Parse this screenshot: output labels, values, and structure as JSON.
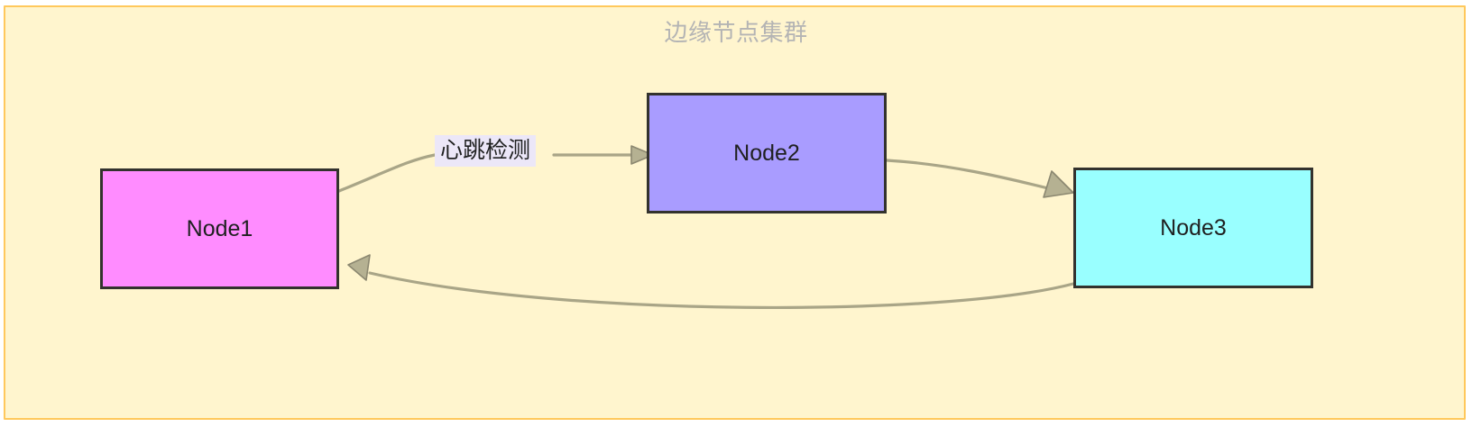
{
  "diagram": {
    "type": "flowchart",
    "cluster": {
      "title": "边缘节点集群",
      "background_color": "#fff5ce",
      "border_color": "#ffc85c"
    },
    "nodes": [
      {
        "id": "Node1",
        "label": "Node1",
        "fill": "#ff8cff",
        "stroke": "#33322e"
      },
      {
        "id": "Node2",
        "label": "Node2",
        "fill": "#a99cff",
        "stroke": "#33322e"
      },
      {
        "id": "Node3",
        "label": "Node3",
        "fill": "#99ffff",
        "stroke": "#33322e"
      }
    ],
    "edges": [
      {
        "from": "Node1",
        "to": "Node2",
        "label": "心跳检测",
        "label_background": "#ece7f8"
      },
      {
        "from": "Node2",
        "to": "Node3",
        "label": ""
      },
      {
        "from": "Node3",
        "to": "Node1",
        "label": ""
      }
    ],
    "edge_color": "#a9a587"
  }
}
